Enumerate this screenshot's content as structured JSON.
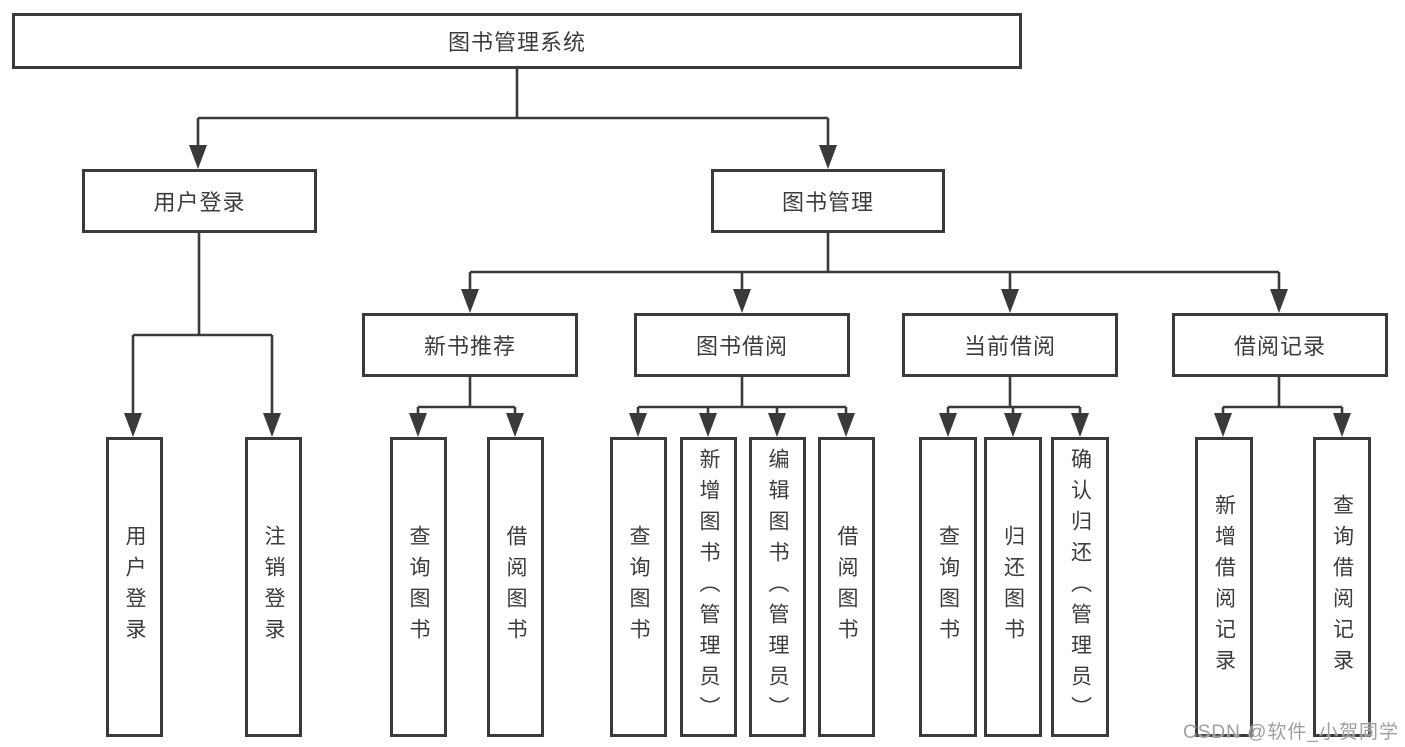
{
  "colors": {
    "line": "#3a3a3a",
    "box_border": "#3a3a3a",
    "text": "#3c3c3c",
    "watermark": "#9f9f9f",
    "bg": "#ffffff"
  },
  "root": {
    "label": "图书管理系统"
  },
  "level2": [
    {
      "label": "用户登录"
    },
    {
      "label": "图书管理"
    }
  ],
  "level3": [
    {
      "label": "新书推荐"
    },
    {
      "label": "图书借阅"
    },
    {
      "label": "当前借阅"
    },
    {
      "label": "借阅记录"
    }
  ],
  "leaves": {
    "user_login": [
      {
        "label": "用户登录"
      },
      {
        "label": "注销登录"
      }
    ],
    "new_book": [
      {
        "label": "查询图书"
      },
      {
        "label": "借阅图书"
      }
    ],
    "book_borrow": [
      {
        "label": "查询图书"
      },
      {
        "label": "新增图书（管理员）"
      },
      {
        "label": "编辑图书（管理员）"
      },
      {
        "label": "借阅图书"
      }
    ],
    "current_borrow": [
      {
        "label": "查询图书"
      },
      {
        "label": "归还图书"
      },
      {
        "label": "确认归还（管理员）"
      }
    ],
    "borrow_records": [
      {
        "label": "新增借阅记录"
      },
      {
        "label": "查询借阅记录"
      }
    ]
  },
  "watermark": {
    "text": "CSDN @软件_小贺同学"
  }
}
